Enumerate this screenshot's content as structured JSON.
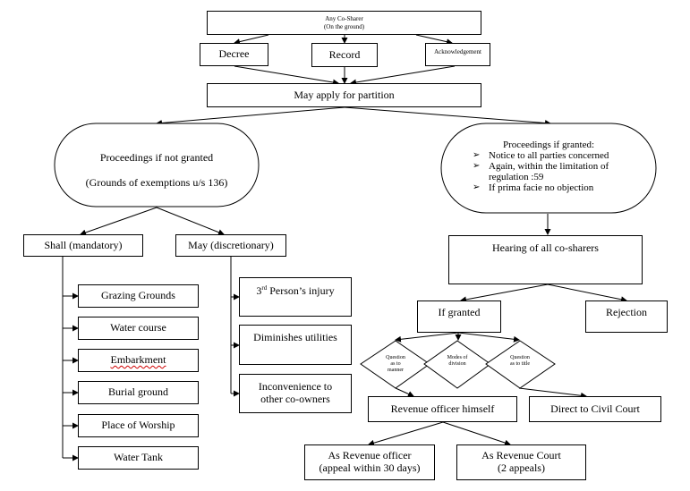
{
  "top": {
    "co_sharer_line1": "Any Co-Sharer",
    "co_sharer_line2": "(On the ground)",
    "decree": "Decree",
    "record": "Record",
    "acknowledgement": "Acknowledgement",
    "apply": "May apply for partition"
  },
  "left": {
    "not_granted_title": "Proceedings if not granted",
    "not_granted_sub": "(Grounds of exemptions u/s 136)",
    "shall": "Shall (mandatory)",
    "may": "May (discretionary)",
    "shall_items": [
      "Grazing Grounds",
      "Water course",
      "Embarkment",
      "Burial ground",
      "Place of Worship",
      "Water Tank"
    ],
    "may_items": {
      "third_num": "3",
      "third_sup": "rd",
      "third_rest": " Person’s injury",
      "diminishes": "Diminishes utilities",
      "inconvenience_line1": "Inconvenience to",
      "inconvenience_line2": "other co-owners"
    }
  },
  "right": {
    "granted_title": "Proceedings if granted:",
    "granted_bullets": [
      "Notice to all parties concerned",
      "Again, within the limitation of regulation :59",
      "If prima facie no objection"
    ],
    "hearing": "Hearing of all co-sharers",
    "if_granted": "If granted",
    "rejection": "Rejection",
    "diamonds": [
      {
        "line1": "Question",
        "line2": "as to",
        "line3": "manner"
      },
      {
        "line1": "Modes of",
        "line2": "division",
        "line3": ""
      },
      {
        "line1": "Question",
        "line2": "as to title",
        "line3": ""
      }
    ],
    "revenue_officer": "Revenue officer himself",
    "civil_court": "Direct to Civil Court",
    "as_officer_line1": "As Revenue officer",
    "as_officer_line2": "(appeal within 30 days)",
    "as_court_line1": "As Revenue Court",
    "as_court_line2": "(2 appeals)"
  }
}
